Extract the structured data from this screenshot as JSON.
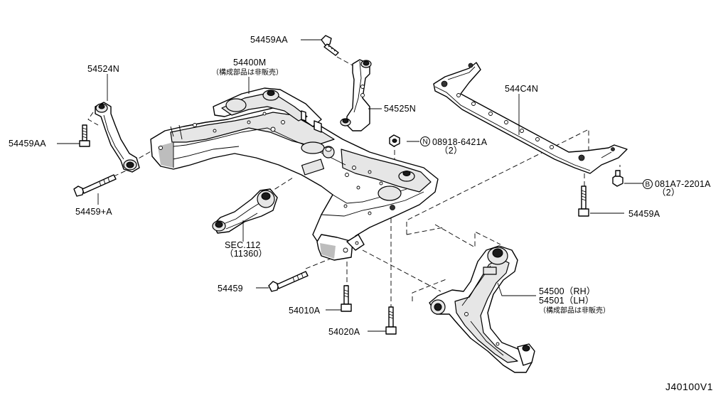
{
  "labels": {
    "p54459AA_top": "54459AA",
    "p54400M": "54400M",
    "p54400M_note": "（構成部品は非販売）",
    "p54524N": "54524N",
    "p54525N": "54525N",
    "p544C4N": "544C4N",
    "p54459AA_left": "54459AA",
    "p54459A_plus": "54459+A",
    "pN08918": "08918-6421A",
    "pN08918_qty": "（2）",
    "pB081A7": "081A7-2201A",
    "pB081A7_qty": "（2）",
    "p54459A": "54459A",
    "sec112": "SEC.112",
    "sec112_ref": "（11360）",
    "p54459": "54459",
    "p54010A": "54010A",
    "p54020A": "54020A",
    "p54500": "54500（RH）",
    "p54501": "54501（LH）",
    "p5450x_note": "（構成部品は非販売）",
    "diagram_code": "J40100V1",
    "circle_n": "N",
    "circle_b": "B"
  }
}
